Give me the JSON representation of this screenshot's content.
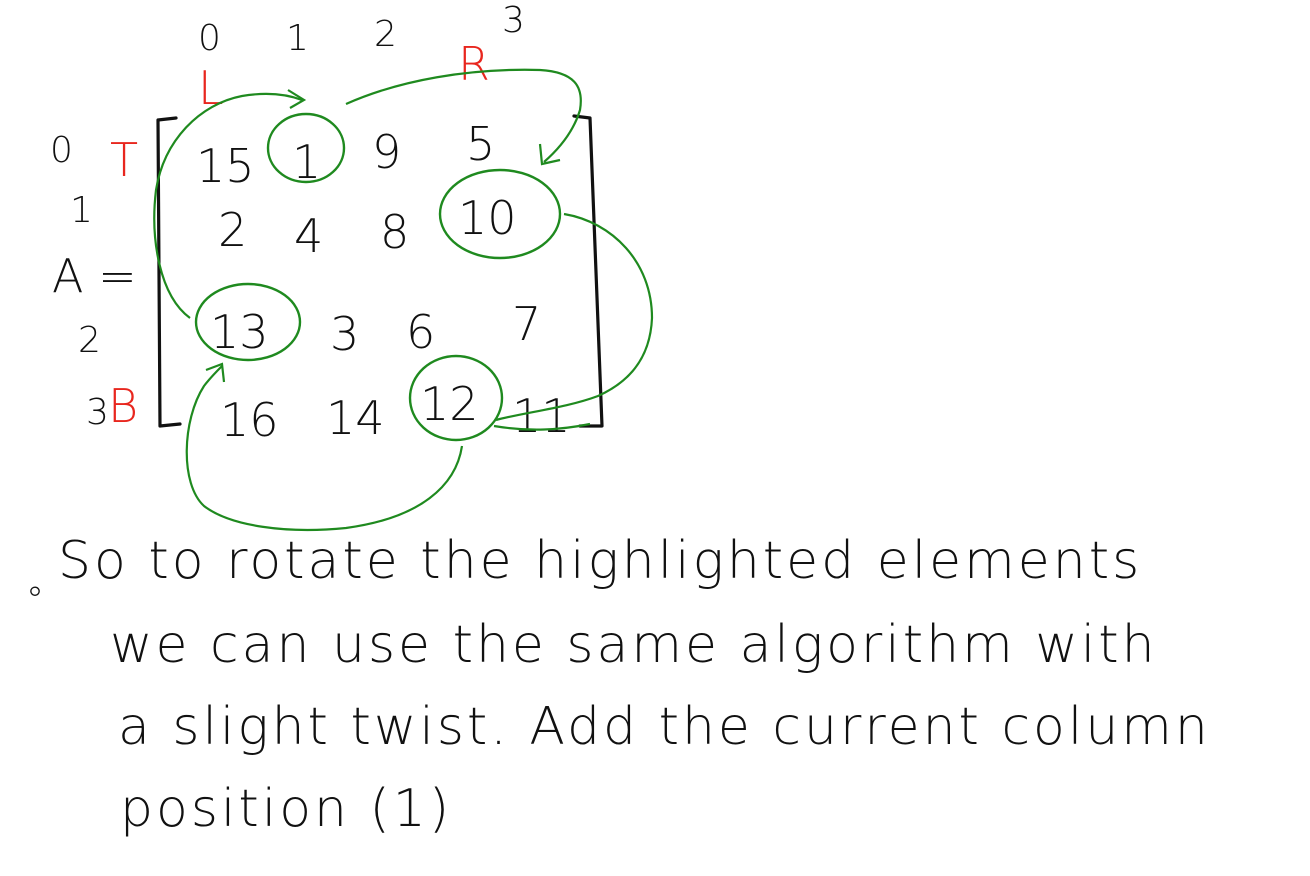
{
  "column_indices": [
    "0",
    "1",
    "2",
    "3"
  ],
  "row_indices": [
    "0",
    "1",
    "2",
    "3"
  ],
  "pointers": {
    "left": "L",
    "right": "R",
    "top": "T",
    "bottom": "B"
  },
  "matrix_label": "A =",
  "matrix": [
    [
      "15",
      "1",
      "9",
      "5"
    ],
    [
      "2",
      "4",
      "8",
      "10"
    ],
    [
      "13",
      "3",
      "6",
      "7"
    ],
    [
      "16",
      "14",
      "12",
      "11"
    ]
  ],
  "note": {
    "bullet": "°",
    "lines": [
      "So to rotate the highlighted elements",
      "we can use the same algorithm with",
      "a slight twist. Add the current column",
      "position (1)"
    ]
  },
  "colors": {
    "ink": "#111111",
    "pointer": "#e8261e",
    "highlight": "#1f8a1f",
    "paper": "#ffffff"
  }
}
